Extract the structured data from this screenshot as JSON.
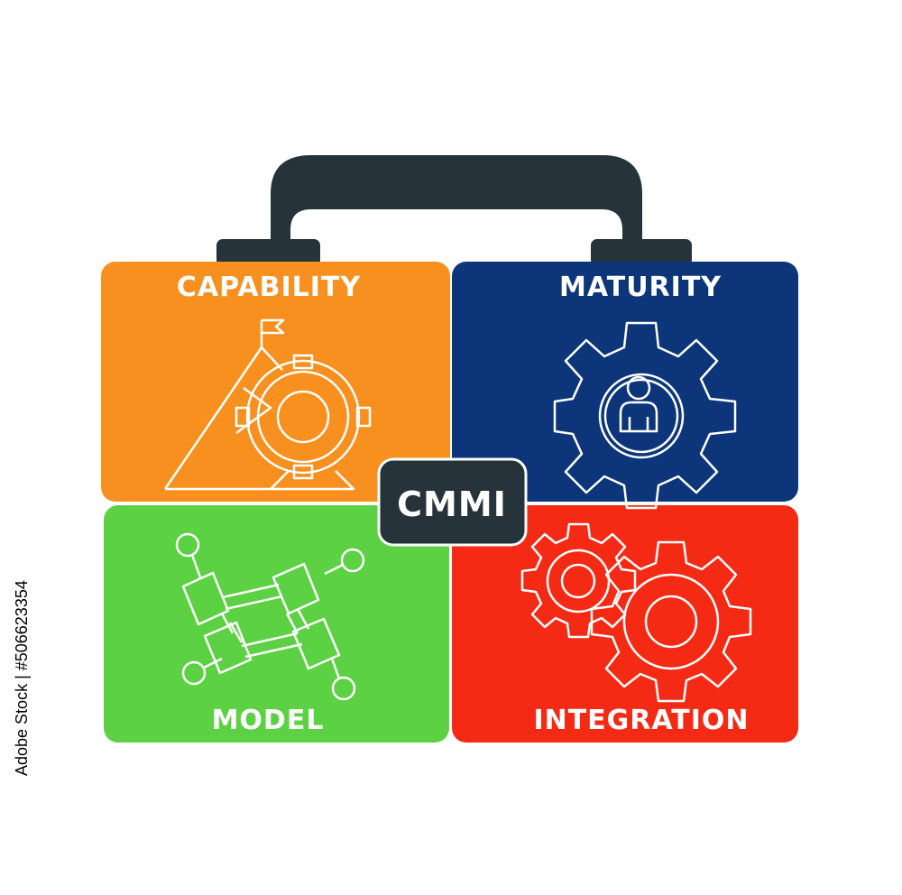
{
  "quadrants": {
    "top_left": {
      "label": "CAPABILITY",
      "color": "#f7901e",
      "icon": "mountain-target-icon"
    },
    "top_right": {
      "label": "MATURITY",
      "color": "#0c3679",
      "icon": "gear-person-icon"
    },
    "bottom_left": {
      "label": "MODEL",
      "color": "#5bd143",
      "icon": "connected-blocks-icon"
    },
    "bottom_right": {
      "label": "INTEGRATION",
      "color": "#f42a14",
      "icon": "gears-icon"
    }
  },
  "center": {
    "label": "CMMI",
    "color": "#26333a"
  },
  "handle": {
    "color": "#26333a"
  },
  "side_text": "Adobe Stock | #506623354"
}
